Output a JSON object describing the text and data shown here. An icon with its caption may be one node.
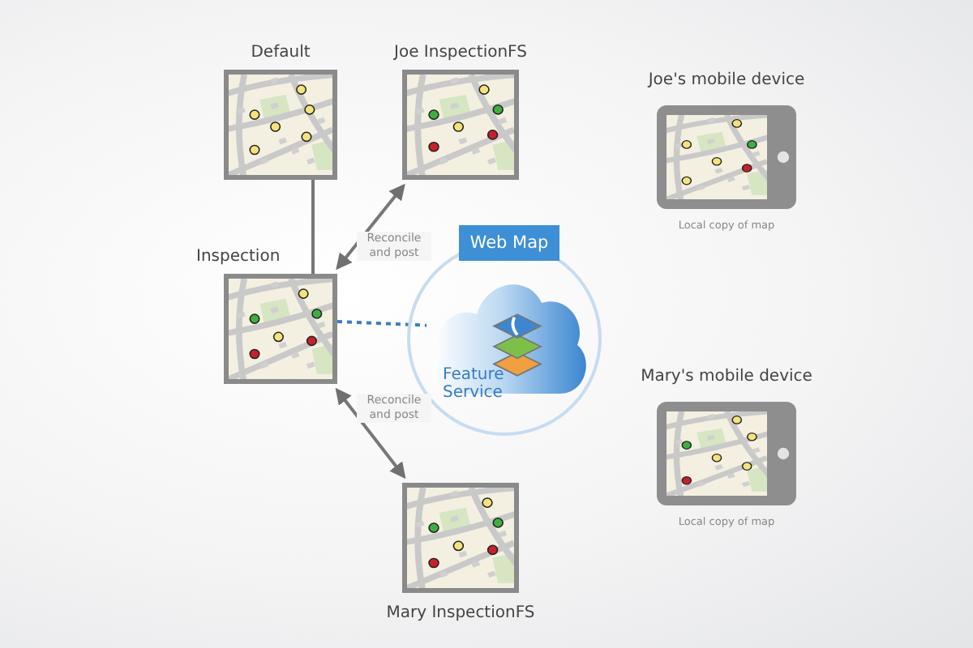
{
  "diagram": {
    "nodes": [
      {
        "text": [
          "Default"
        ]
      },
      {
        "text": [
          "Joe InspectionFS"
        ]
      },
      {
        "text": [
          "Inspection"
        ]
      },
      {
        "text": [
          "Mary InspectionFS"
        ]
      },
      {
        "text": [],
        "shape": "circle"
      },
      {
        "text": [
          "Web Map"
        ]
      },
      {
        "text": [
          "Feature Service"
        ],
        "in": 4
      },
      {
        "text": [
          "Joe's mobile device"
        ],
        "beside": [
          "Local copy of map"
        ]
      },
      {
        "text": [
          "Mary's mobile device"
        ],
        "beside": [
          "Local copy of map"
        ]
      }
    ],
    "edges": [
      {
        "from": 0,
        "to": 2,
        "arrow": "none"
      },
      {
        "from": 2,
        "to": 1,
        "arrow": "both",
        "label": "Reconcile and post"
      },
      {
        "from": 2,
        "to": 3,
        "arrow": "both",
        "label": "Reconcile and post"
      },
      {
        "from": 2,
        "to": 6,
        "arrow": "none",
        "style": "dashed",
        "color": "#3b7dc4"
      }
    ]
  }
}
